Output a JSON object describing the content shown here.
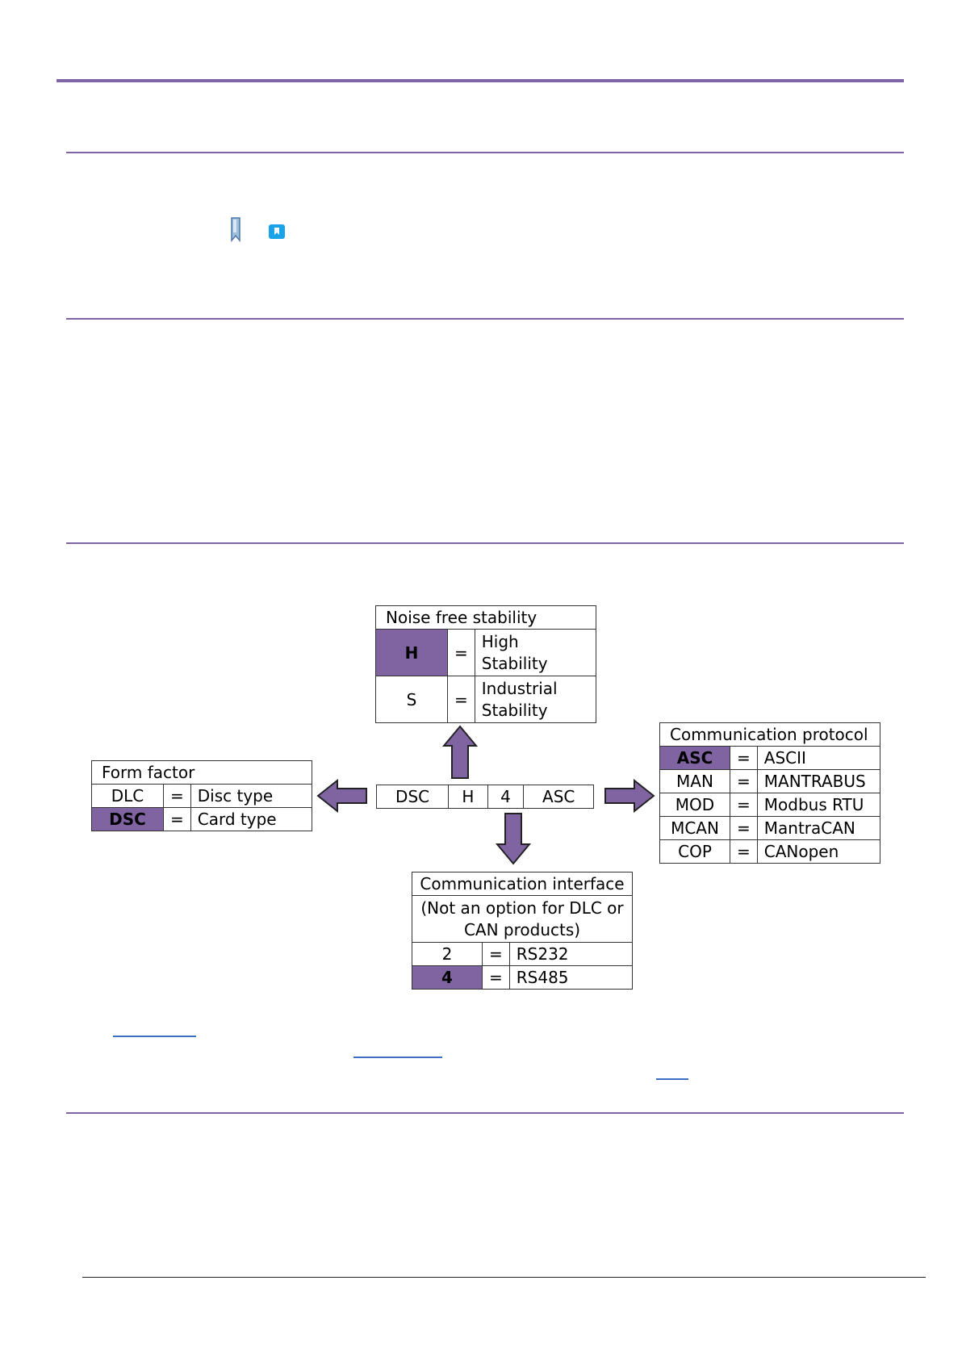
{
  "colors": {
    "accent": "#8064a2",
    "rule": "#7f64a6",
    "link": "#3b6fc4"
  },
  "icons": {
    "bookmark_outline": "bookmark-icon",
    "bookmark_filled": "book-bookmark-icon"
  },
  "diagram": {
    "code": [
      "DSC",
      "H",
      "4",
      "ASC"
    ],
    "stability": {
      "title": "Noise free stability",
      "rows": [
        {
          "code": "H",
          "eq": "=",
          "desc_l1": "High",
          "desc_l2": "Stability",
          "selected": true
        },
        {
          "code": "S",
          "eq": "=",
          "desc_l1": "Industrial",
          "desc_l2": "Stability",
          "selected": false
        }
      ]
    },
    "form_factor": {
      "title": "Form factor",
      "rows": [
        {
          "code": "DLC",
          "eq": "=",
          "desc": "Disc type",
          "selected": false
        },
        {
          "code": "DSC",
          "eq": "=",
          "desc": "Card type",
          "selected": true
        }
      ]
    },
    "protocol": {
      "title": "Communication protocol",
      "rows": [
        {
          "code": "ASC",
          "eq": "=",
          "desc": "ASCII",
          "selected": true
        },
        {
          "code": "MAN",
          "eq": "=",
          "desc": "MANTRABUS",
          "selected": false
        },
        {
          "code": "MOD",
          "eq": "=",
          "desc": "Modbus RTU",
          "selected": false
        },
        {
          "code": "MCAN",
          "eq": "=",
          "desc": "MantraCAN",
          "selected": false
        },
        {
          "code": "COP",
          "eq": "=",
          "desc": "CANopen",
          "selected": false
        }
      ]
    },
    "interface": {
      "title": "Communication interface",
      "note_l1": "(Not an option for DLC or",
      "note_l2": "CAN products)",
      "rows": [
        {
          "code": "2",
          "eq": "=",
          "desc": "RS232",
          "selected": false
        },
        {
          "code": "4",
          "eq": "=",
          "desc": "RS485",
          "selected": true
        }
      ]
    }
  }
}
